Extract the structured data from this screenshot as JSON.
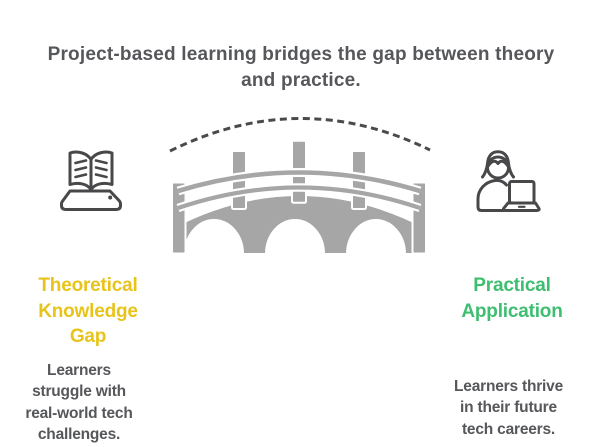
{
  "title": {
    "lines": [
      "Project-based learning bridges the gap between theory",
      "and practice."
    ]
  },
  "left": {
    "heading": {
      "lines": [
        "Theoretical",
        "Knowledge",
        "Gap"
      ],
      "color": "#E8C41B"
    },
    "body": {
      "lines": [
        "Learners",
        "struggle with",
        "real-world tech",
        "challenges."
      ]
    },
    "icon": "open-book-icon"
  },
  "right": {
    "heading": {
      "lines": [
        "Practical",
        "Application"
      ],
      "color": "#3EBE70"
    },
    "body": {
      "lines": [
        "Learners thrive",
        "in their future",
        "tech careers."
      ]
    },
    "icon": "person-laptop-icon"
  },
  "bridge": {
    "icon": "bridge-icon",
    "fill_color": "#A6A6A6",
    "outline_color": "#FFFFFF",
    "dashed_arc_color": "#4A4A4C"
  },
  "colors": {
    "background": "#FFFFFF",
    "title_text": "#56575A",
    "body_text": "#56575A",
    "icon_stroke": "#48484A"
  }
}
